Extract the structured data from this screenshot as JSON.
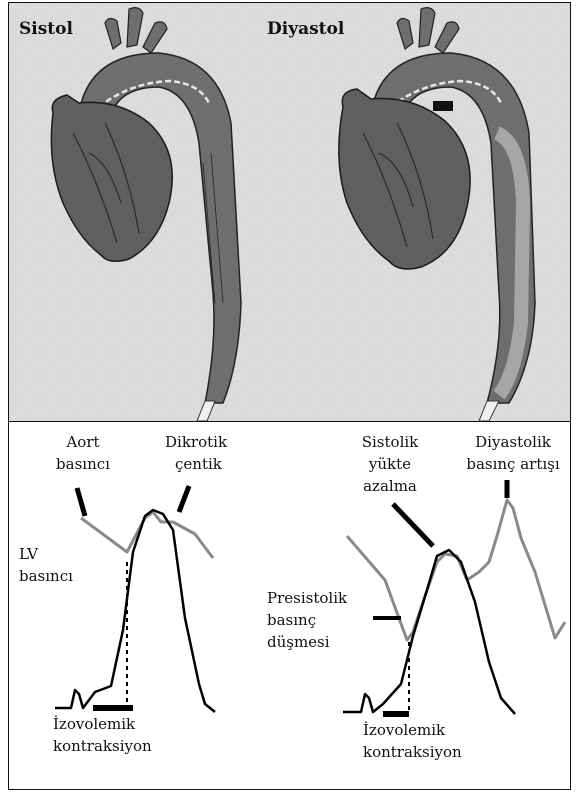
{
  "top_panel": {
    "left_title": "Sistol",
    "right_title": "Diyastol"
  },
  "bottom_panel": {
    "left_graph": {
      "aort_line1": "Aort",
      "aort_line2": "basıncı",
      "dikrotik_line1": "Dikrotik",
      "dikrotik_line2": "çentik",
      "lv_line1": "LV",
      "lv_line2": "basıncı",
      "izo_line1": "İzovolemik",
      "izo_line2": "kontraksiyon"
    },
    "right_graph": {
      "sistolik_line1": "Sistolik",
      "sistolik_line2": "yükte",
      "sistolik_line3": "azalma",
      "diyastolik_line1": "Diyastolik",
      "diyastolik_line2": "basınç artışı",
      "presistolik_line1": "Presistolik",
      "presistolik_line2": "basınç",
      "presistolik_line3": "düşmesi",
      "izo_line1": "İzovolemik",
      "izo_line2": "kontraksiyon"
    }
  },
  "colors": {
    "lv_curve": "#000000",
    "aortic_curve": "#8a8a8a",
    "heart_fill": "#6e6e6e",
    "background_top": "#dcdcdc"
  }
}
